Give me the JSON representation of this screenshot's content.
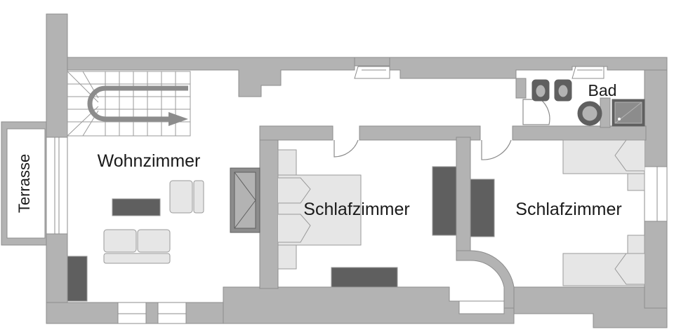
{
  "rooms": {
    "terrace": "Terrasse",
    "living": "Wohnzimmer",
    "bedroom_1": "Schlafzimmer",
    "bedroom_2": "Schlafzimmer",
    "bath": "Bad"
  },
  "colors": {
    "wall": "#b3b3b3",
    "wall_edge": "#8c8c8c",
    "furniture_light": "#e6e6e6",
    "furniture_dark": "#5f5f5f",
    "floor": "#ffffff"
  }
}
